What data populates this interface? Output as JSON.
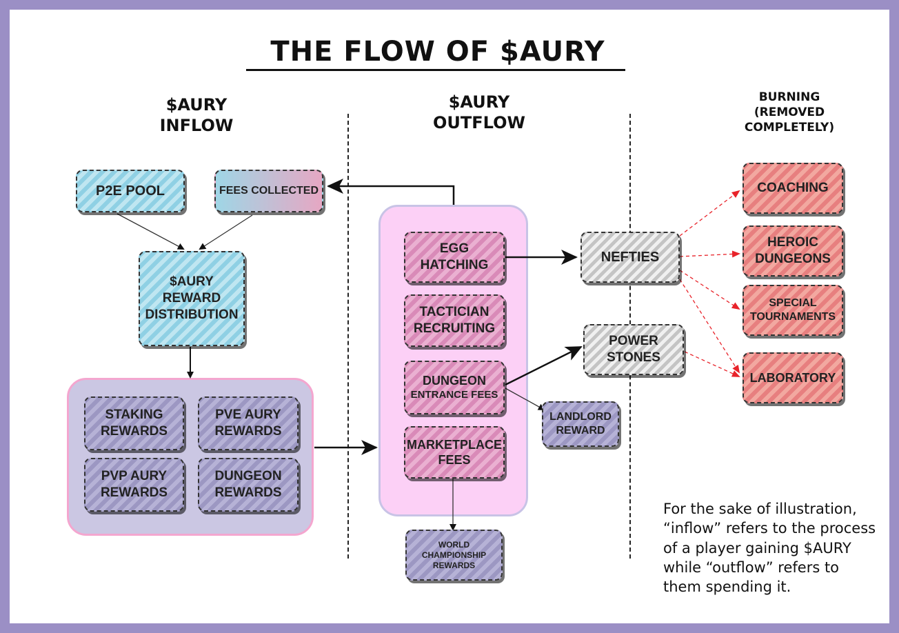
{
  "title": "THE FLOW OF $AURY",
  "headers": {
    "inflow": [
      "$AURY",
      "INFLOW"
    ],
    "outflow": [
      "$AURY",
      "OUTFLOW"
    ],
    "burning": [
      "BURNING",
      "(REMOVED",
      "COMPLETELY)"
    ]
  },
  "inflow": {
    "p2e_pool": "P2E POOL",
    "fees_collected": "FEES COLLECTED",
    "reward_distribution": [
      "$AURY",
      "REWARD",
      "DISTRIBUTION"
    ],
    "staking_rewards": [
      "STAKING",
      "REWARDS"
    ],
    "pve_rewards": [
      "PVE AURY",
      "REWARDS"
    ],
    "pvp_rewards": [
      "PVP AURY",
      "REWARDS"
    ],
    "dungeon_rewards": [
      "DUNGEON",
      "REWARDS"
    ]
  },
  "outflow": {
    "egg_hatching": [
      "EGG",
      "HATCHING"
    ],
    "tactician_recruiting": [
      "TACTICIAN",
      "RECRUITING"
    ],
    "dungeon_entrance_fees": [
      "DUNGEON",
      "ENTRANCE FEES"
    ],
    "marketplace_fees": [
      "MARKETPLACE",
      "FEES"
    ],
    "world_championship": [
      "WORLD",
      "CHAMPIONSHIP",
      "REWARDS"
    ],
    "nefties": "NEFTIES",
    "power_stones": [
      "POWER",
      "STONES"
    ],
    "landlord_reward": [
      "LANDLORD",
      "REWARD"
    ]
  },
  "burning": {
    "coaching": "COACHING",
    "heroic_dungeons": [
      "HEROIC",
      "DUNGEONS"
    ],
    "special_tournaments": [
      "SPECIAL",
      "TOURNAMENTS"
    ],
    "laboratory": "LABORATORY"
  },
  "note": [
    "For the sake of illustration,",
    "“inflow” refers to the process",
    "of a player gaining $AURY",
    "while “outflow” refers to",
    "them spending it."
  ],
  "colors": {
    "frame": "#9b8fc5",
    "inflow_box": "#8fd0e4",
    "reward_box": "#9c97c2",
    "outflow_box": "#d98ab8",
    "burn_box": "#e77f7f",
    "burn_arrow": "#e8232a"
  }
}
